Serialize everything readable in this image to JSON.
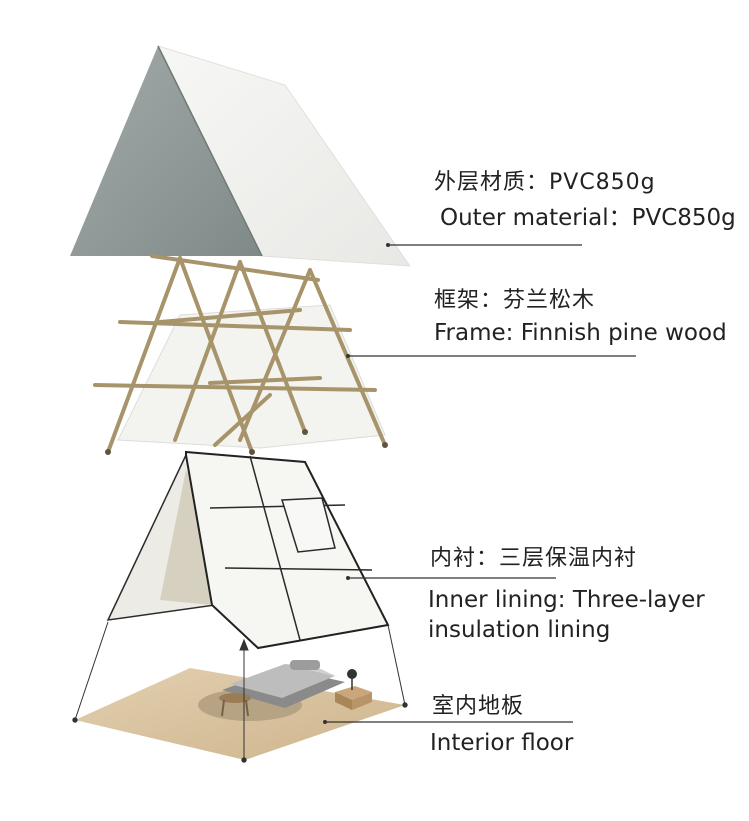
{
  "callouts": {
    "outer": {
      "cn": "外层材质：PVC850g",
      "en": "Outer material：PVC850g"
    },
    "frame": {
      "cn": "框架：芬兰松木",
      "en": "Frame: Finnish pine wood"
    },
    "inner": {
      "cn": "内衬：三层保温内衬",
      "en_line1": "Inner lining: Three-layer",
      "en_line2": "insulation lining"
    },
    "floor": {
      "cn": "室内地板",
      "en": "Interior floor"
    }
  },
  "colors": {
    "canvas_light": "#f4f4f2",
    "canvas_shade": "#8e9896",
    "wood": "#a8946a",
    "floor": "#d9c4a2",
    "leader": "#333333"
  }
}
